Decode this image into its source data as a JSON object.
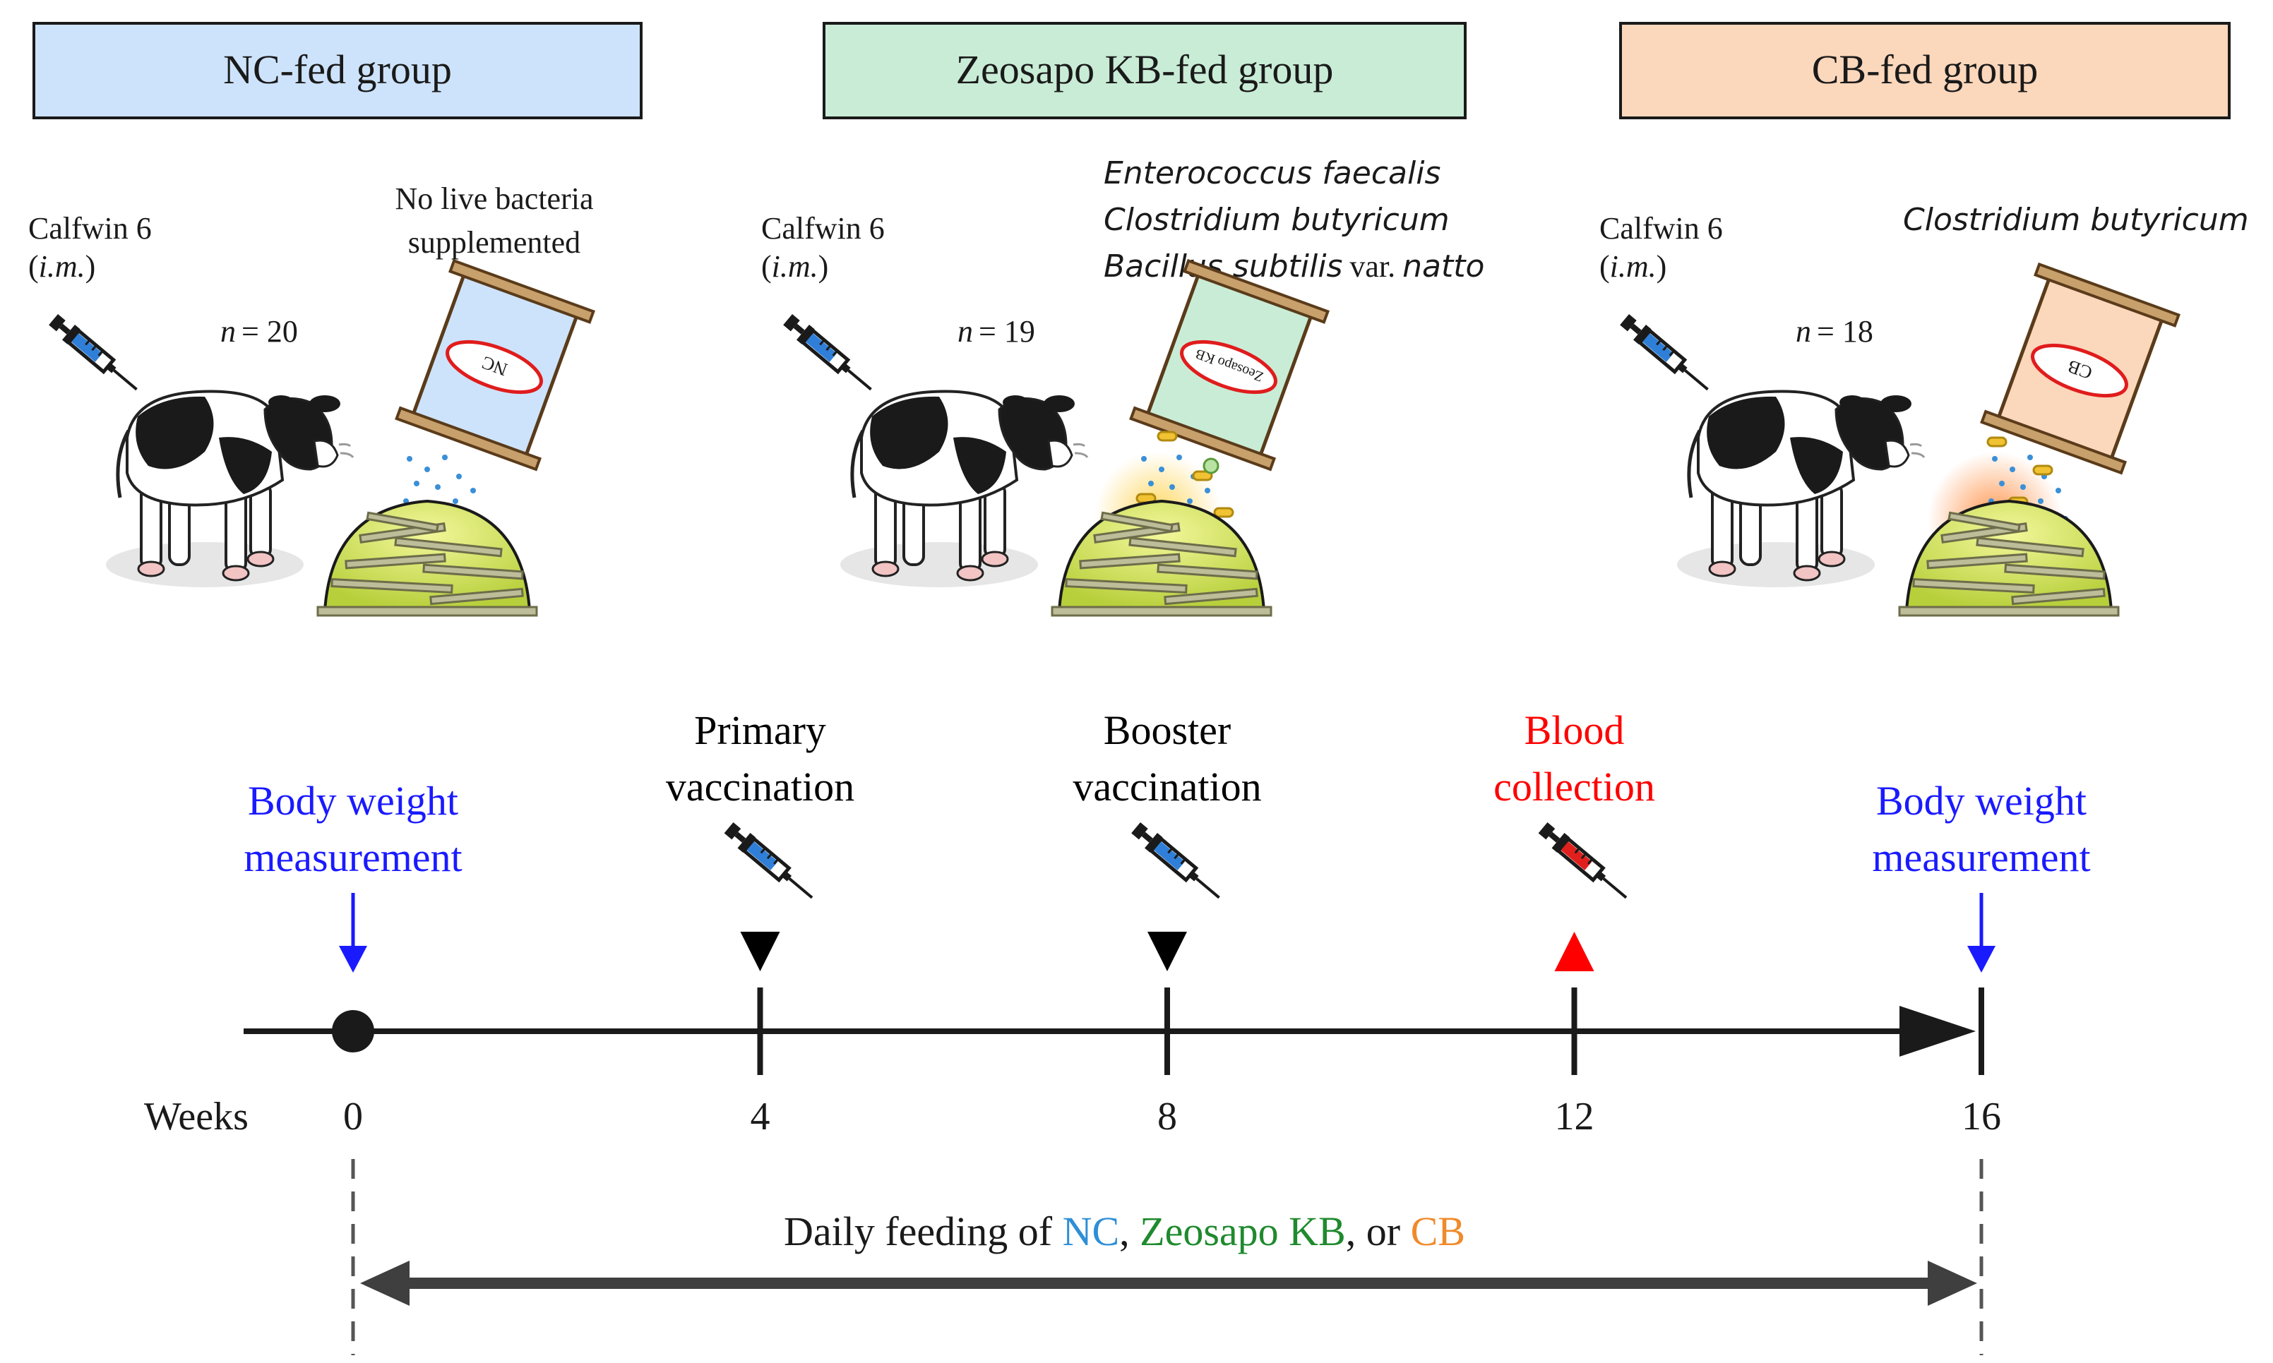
{
  "groups": [
    {
      "title": "NC-fed group",
      "color": "#cde3fb",
      "vaccine": "Calfwin 6",
      "route": "(i.m.)",
      "route_italic": "i.m.",
      "n_label": "n",
      "n_value": "= 20",
      "bacteria_lines": [
        "No live bacteria",
        "supplemented"
      ],
      "bag_label": "NC"
    },
    {
      "title": "Zeosapo KB-fed group",
      "color": "#c9ecd6",
      "vaccine": "Calfwin 6",
      "route": "(i.m.)",
      "route_italic": "i.m.",
      "n_label": "n",
      "n_value": "= 19",
      "bacteria_lines": [
        "Enterococcus faecalis",
        "Clostridium butyricum",
        "Bacillus subtilis",
        "var.",
        "natto"
      ],
      "bag_label": "Zeosapo KB"
    },
    {
      "title": "CB-fed group",
      "color": "#fbd7bc",
      "vaccine": "Calfwin 6",
      "route": "(i.m.)",
      "route_italic": "i.m.",
      "n_label": "n",
      "n_value": "= 18",
      "bacteria_lines": [
        "Clostridium butyricum"
      ],
      "bag_label": "CB"
    }
  ],
  "timeline": {
    "axis_label": "Weeks",
    "weeks": [
      "0",
      "4",
      "8",
      "12",
      "16"
    ],
    "events": [
      {
        "week": 0,
        "lines": [
          "Body weight",
          "measurement"
        ],
        "color": "#1a1aff",
        "marker": "arrow"
      },
      {
        "week": 4,
        "lines": [
          "Primary",
          "vaccination"
        ],
        "color": "#000000",
        "marker": "triangle-down"
      },
      {
        "week": 8,
        "lines": [
          "Booster",
          "vaccination"
        ],
        "color": "#000000",
        "marker": "triangle-down"
      },
      {
        "week": 12,
        "lines": [
          "Blood",
          "collection"
        ],
        "color": "#ff0000",
        "marker": "triangle-up"
      },
      {
        "week": 16,
        "lines": [
          "Body weight",
          "measurement"
        ],
        "color": "#1a1aff",
        "marker": "arrow"
      }
    ]
  },
  "feeding": {
    "prefix": "Daily feeding of ",
    "nc": "NC",
    "sep1": ", ",
    "kb": "Zeosapo KB",
    "sep2": ", or ",
    "cb": "CB",
    "nc_color": "#2e8fd6",
    "kb_color": "#1f8a2e",
    "cb_color": "#f08a2a"
  }
}
